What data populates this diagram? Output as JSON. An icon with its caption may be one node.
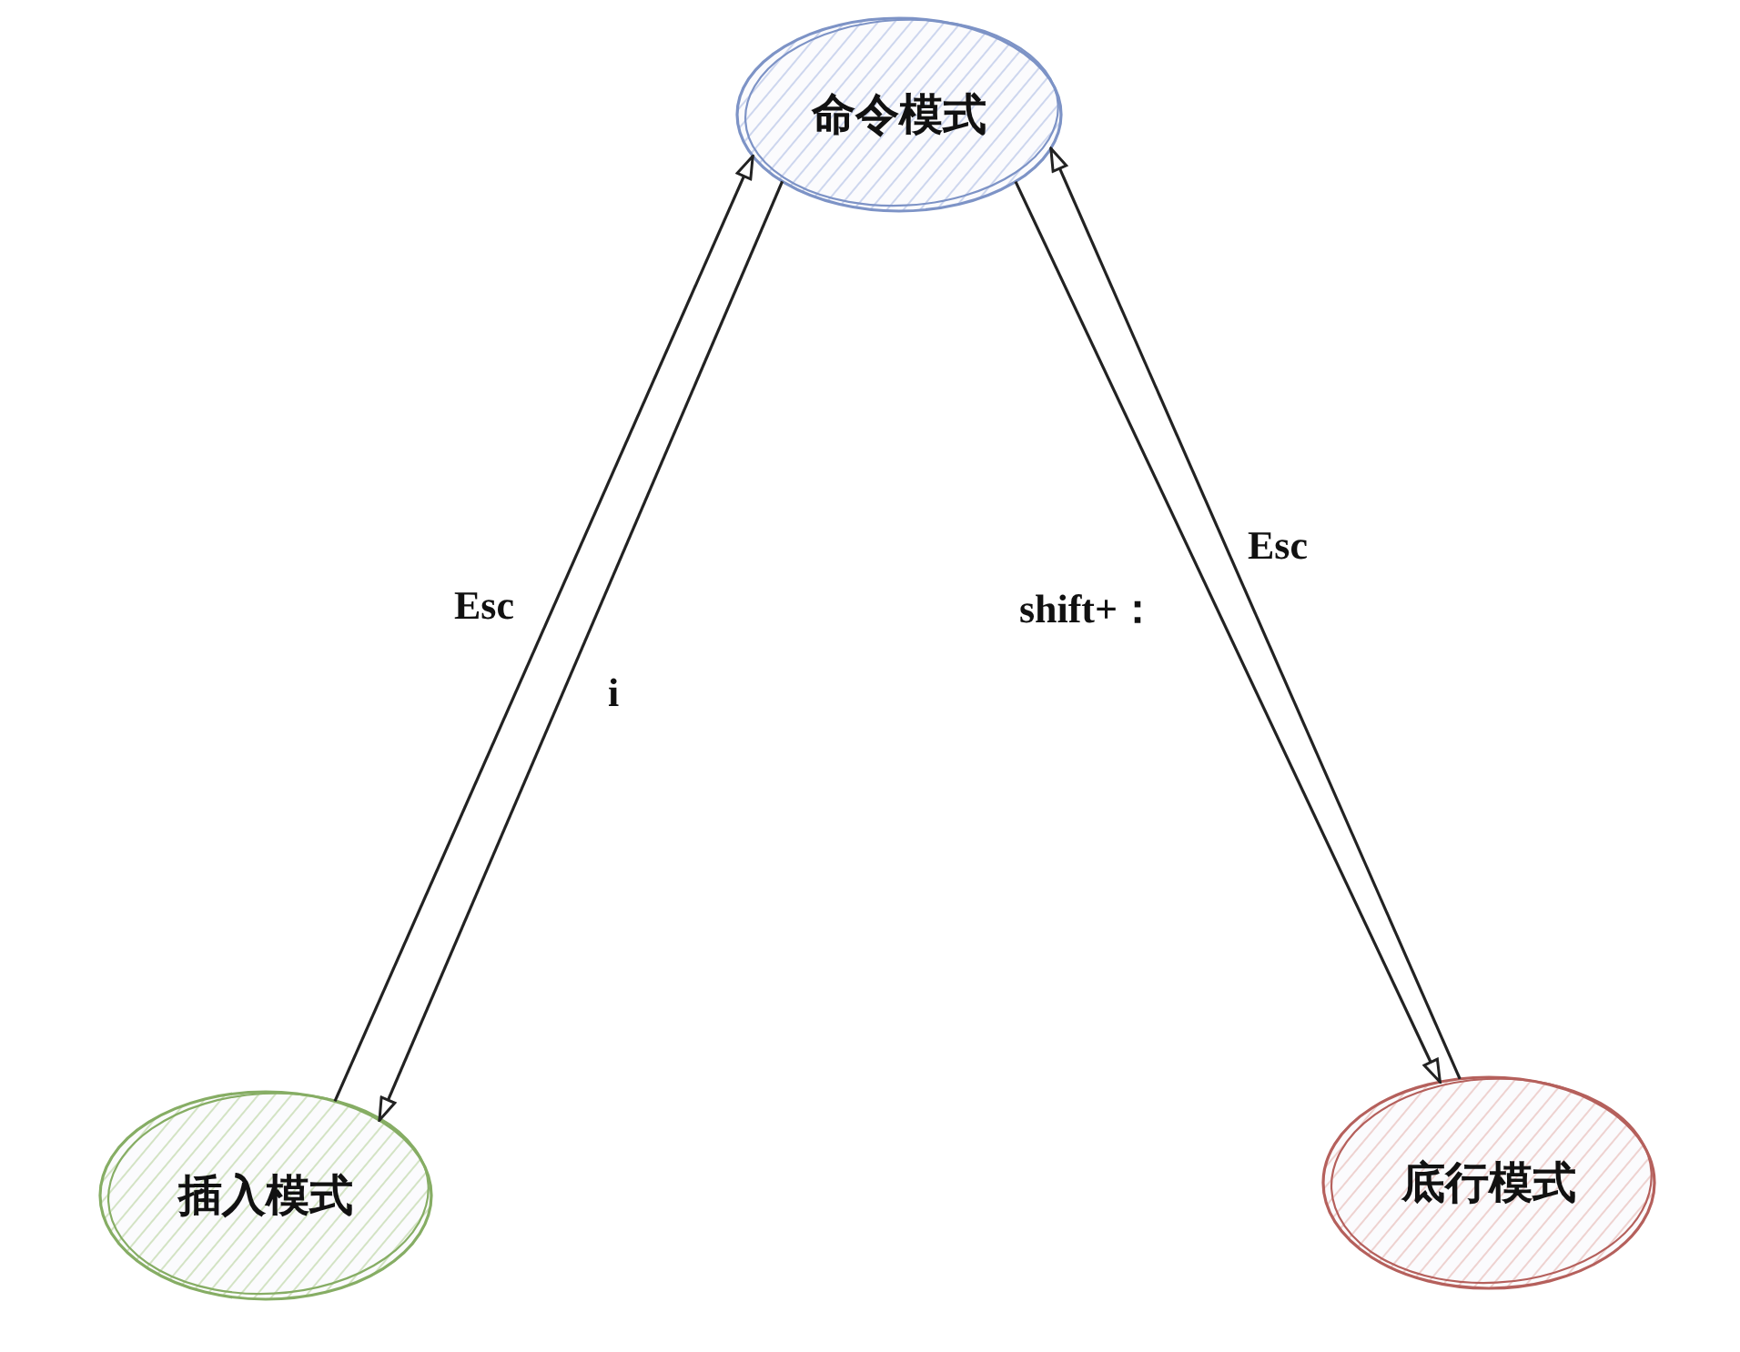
{
  "diagram": {
    "nodes": [
      {
        "text": [
          "命令模式"
        ]
      },
      {
        "text": [
          "插入模式"
        ]
      },
      {
        "text": [
          "底行模式"
        ]
      }
    ],
    "edges": [
      {
        "from": 1,
        "to": 0,
        "arrow": "to",
        "label": "Esc"
      },
      {
        "from": 0,
        "to": 1,
        "arrow": "to",
        "label": "i"
      },
      {
        "from": 0,
        "to": 2,
        "arrow": "to",
        "label": "shift+："
      },
      {
        "from": 2,
        "to": 0,
        "arrow": "to",
        "label": "Esc"
      }
    ]
  }
}
